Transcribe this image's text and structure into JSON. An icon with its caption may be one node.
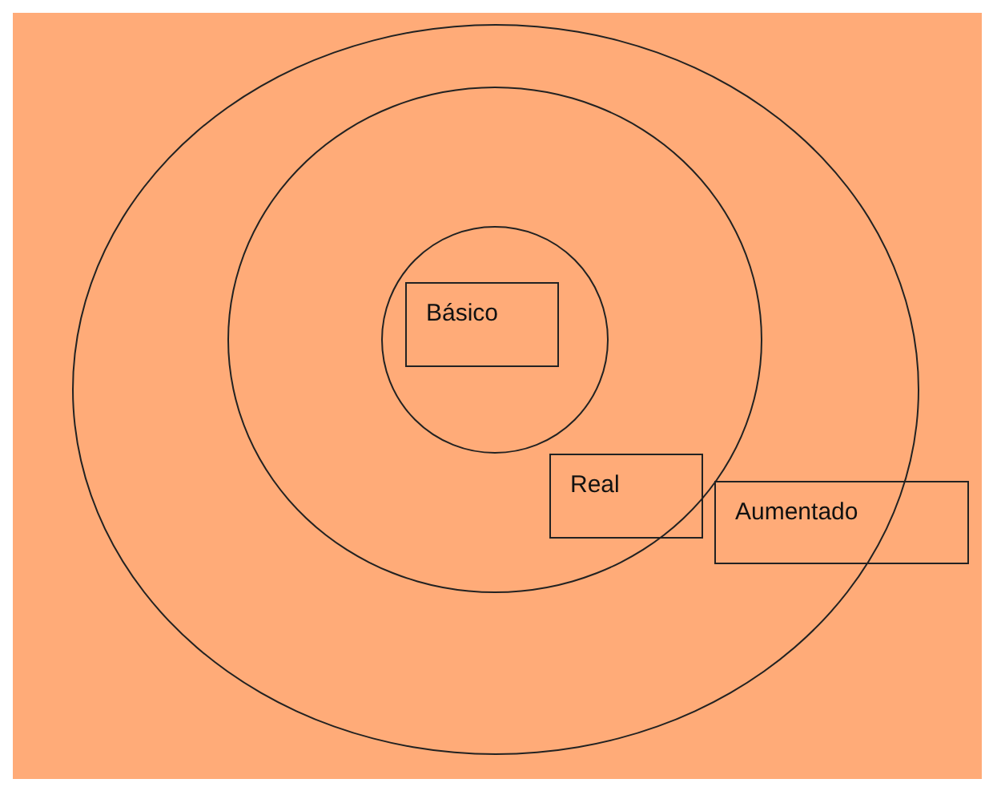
{
  "diagram": {
    "nodes": [
      {
        "text": [],
        "shape": "circle"
      },
      {
        "text": [],
        "shape": "circle",
        "in": 0
      },
      {
        "text": [],
        "shape": "circle",
        "in": 1
      },
      {
        "text": [
          "Básico"
        ],
        "in": 2
      },
      {
        "text": [
          "Real"
        ],
        "in": 1
      },
      {
        "text": [
          "Aumentado"
        ]
      }
    ]
  }
}
